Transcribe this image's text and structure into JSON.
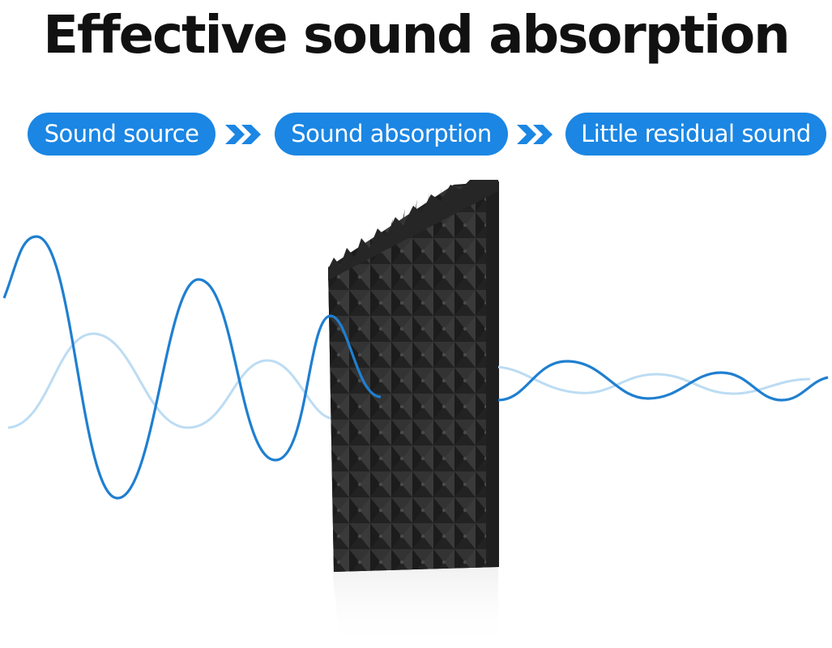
{
  "headline": "Effective sound absorption",
  "steps": [
    {
      "label": "Sound source"
    },
    {
      "label": "Sound absorption"
    },
    {
      "label": "Little residual sound"
    }
  ],
  "colors": {
    "accent": "#1b86e3",
    "wave_strong": "#1f7fd0",
    "wave_faint": "#bcdcf3",
    "foam": "#2a2a2a",
    "headline": "#111111"
  },
  "icons": [
    "double-chevron-right-icon",
    "double-chevron-right-icon"
  ]
}
